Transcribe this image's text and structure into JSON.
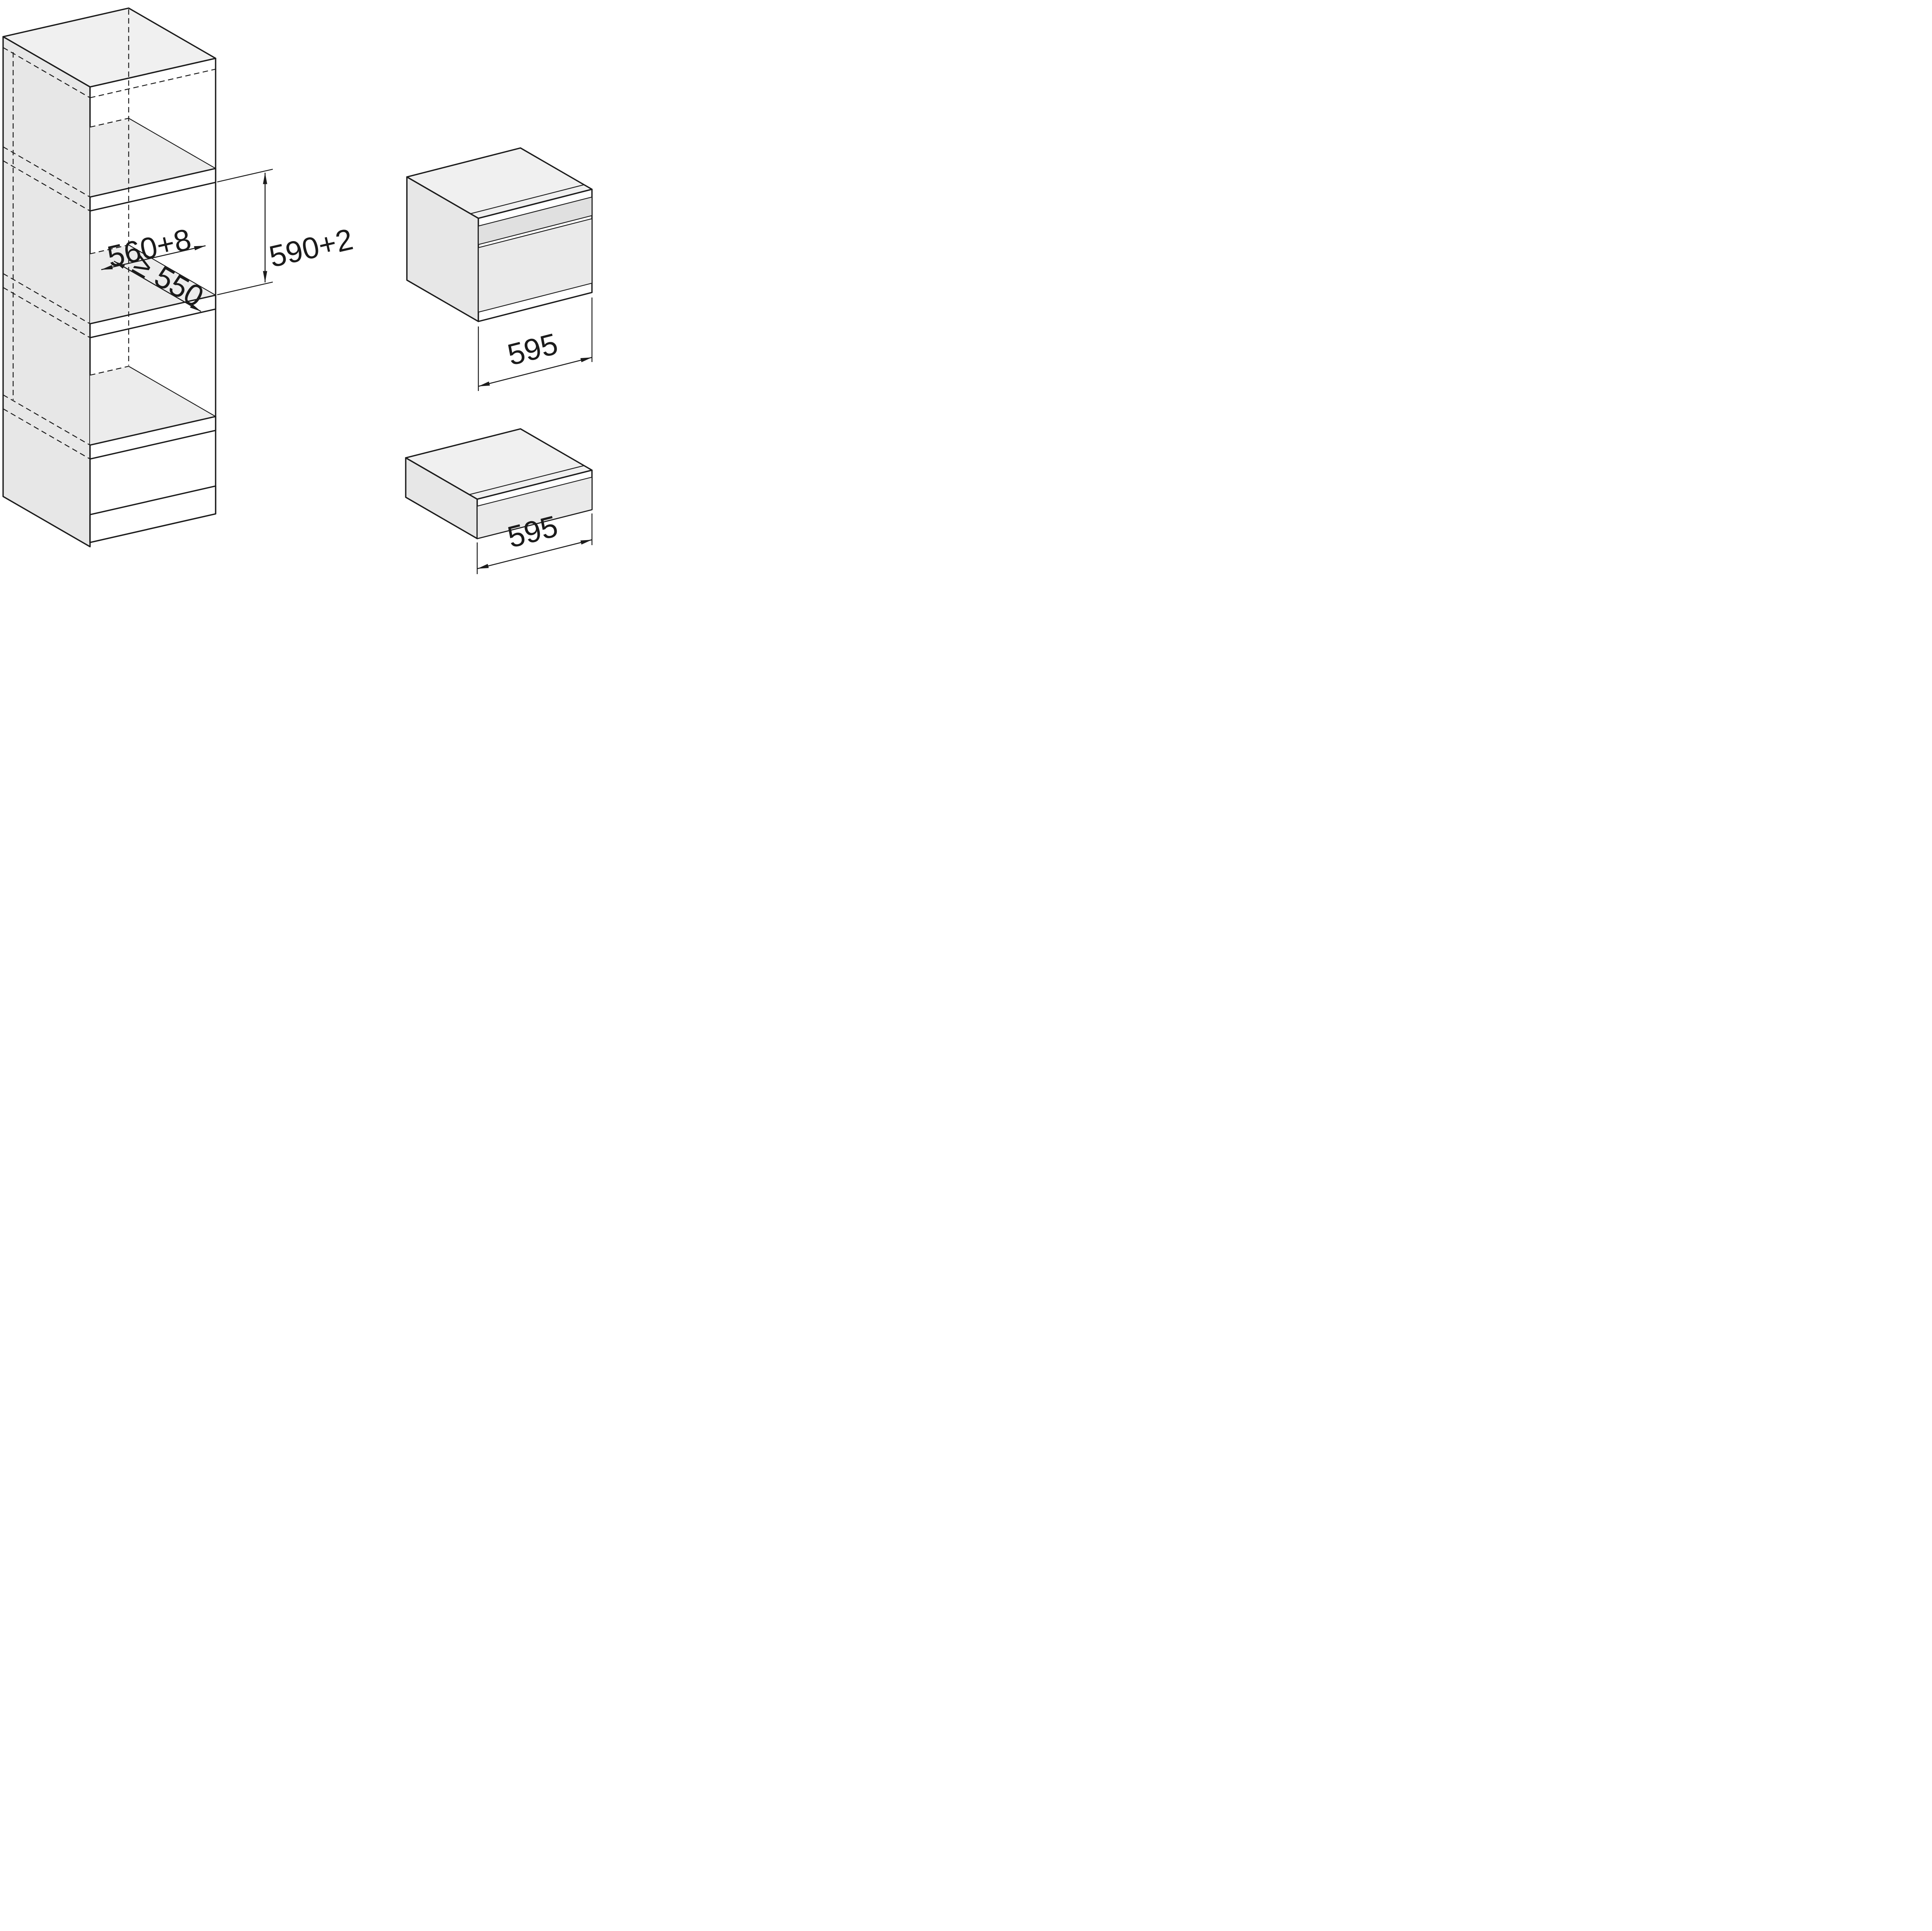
{
  "diagram": {
    "type": "appliance-installation-dimension-diagram",
    "cabinet": {
      "niche_width_label": "560+8",
      "niche_depth_label": "≥ 550",
      "niche_height_label": "590+2"
    },
    "oven": {
      "width_label": "595"
    },
    "drawer": {
      "width_label": "595"
    },
    "colors": {
      "line": "#1b1b1b",
      "panel_fill": "#ececec",
      "background": "#ffffff"
    }
  }
}
